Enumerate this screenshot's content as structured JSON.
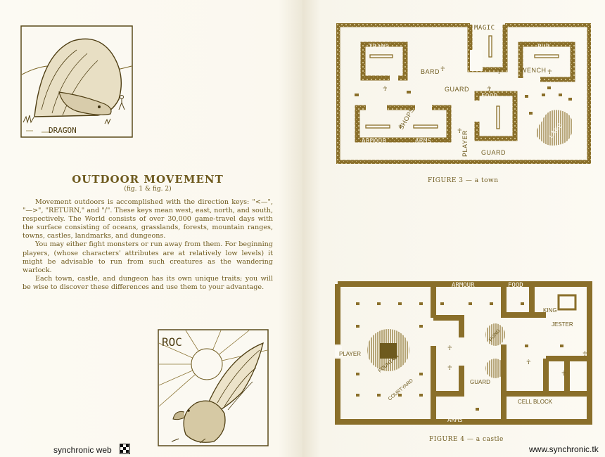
{
  "left_page": {
    "dragon_caption": "DRAGON",
    "section_title": "OUTDOOR MOVEMENT",
    "section_subtitle": "(fig. 1 & fig. 2)",
    "paragraphs": [
      "Movement outdoors is accomplished with the direction keys: \"<—\", \"—>\", \"RETURN,\" and \"/\". These keys mean west, east, north, and south, respectively. The World consists of over 30,000 game-travel days with the surface consisting of oceans, grasslands, forests, mountain ranges, towns, castles, landmarks, and dungeons.",
      "You may either fight monsters or run away from them. For beginning players, (whose characters' attributes are at relatively low levels) it might be advisable to run from such creatures as the wandering warlock.",
      "Each town, castle, and dungeon has its own unique traits; you will be wise to discover these differences and use them to your advantage."
    ],
    "roc_caption": "ROC"
  },
  "figure3": {
    "caption": "FIGURE 3 — a town",
    "labels": {
      "trans": "TRANS",
      "magic": "MAGIC",
      "pub": "PUB",
      "bard": "BARD",
      "wench": "WENCH",
      "guard_top": "GUARD",
      "food": "FOOD",
      "shops": "SHOPS",
      "armour": "ARMOUR",
      "arms": "ARMS",
      "player": "PLAYER",
      "guard_bottom": "GUARD",
      "lake": "LAKE"
    }
  },
  "figure4": {
    "caption": "FIGURE 4 — a castle",
    "labels": {
      "armour": "ARMOUR",
      "food": "FOOD",
      "king": "KING",
      "jester": "JESTER",
      "player": "PLAYER",
      "fountain": "FOUNTAIN",
      "courtyard": "COURTYARD",
      "pond": "POND",
      "guard": "GUARD",
      "cell_block": "CELL BLOCK",
      "arms": "ARMS"
    }
  },
  "footer": {
    "left_text": "synchronic web",
    "right_text": "www.synchronic.tk"
  },
  "colors": {
    "ink": "#6e5a1e",
    "wall": "#8a6f2a",
    "paper": "#fcfaf3"
  }
}
